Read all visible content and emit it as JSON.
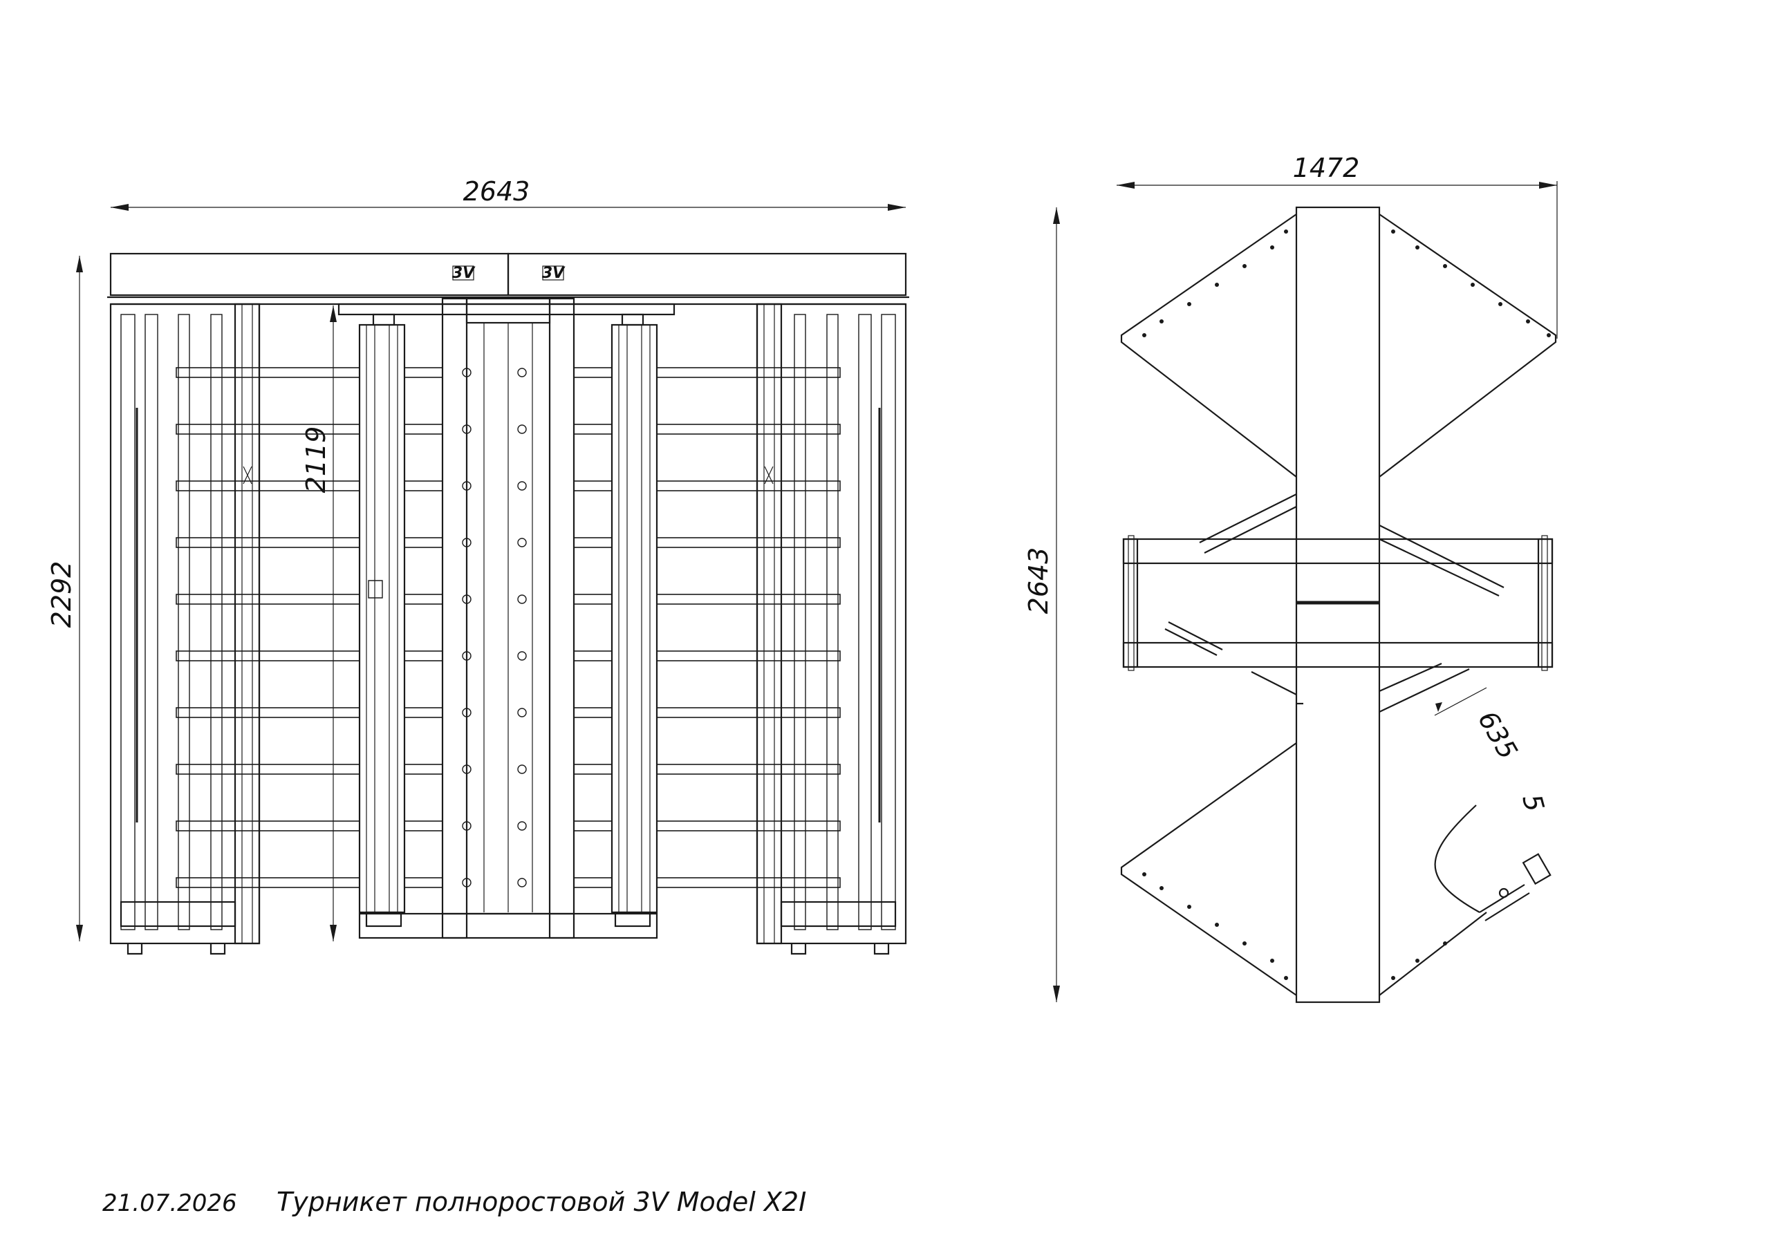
{
  "front_view": {
    "logo_left": "3V",
    "logo_right": "3V",
    "dim_width": "2643",
    "dim_height": "2292",
    "dim_passage": "2119"
  },
  "top_view": {
    "dim_width": "1472",
    "dim_depth": "2643",
    "dim_rotor": "635",
    "dim_small": "5"
  },
  "footer": {
    "date": "21.07.2026",
    "title": "Турникет полноростовой 3V Model X2I"
  },
  "colors": {
    "line": "#1a1a1a",
    "background": "#ffffff"
  }
}
